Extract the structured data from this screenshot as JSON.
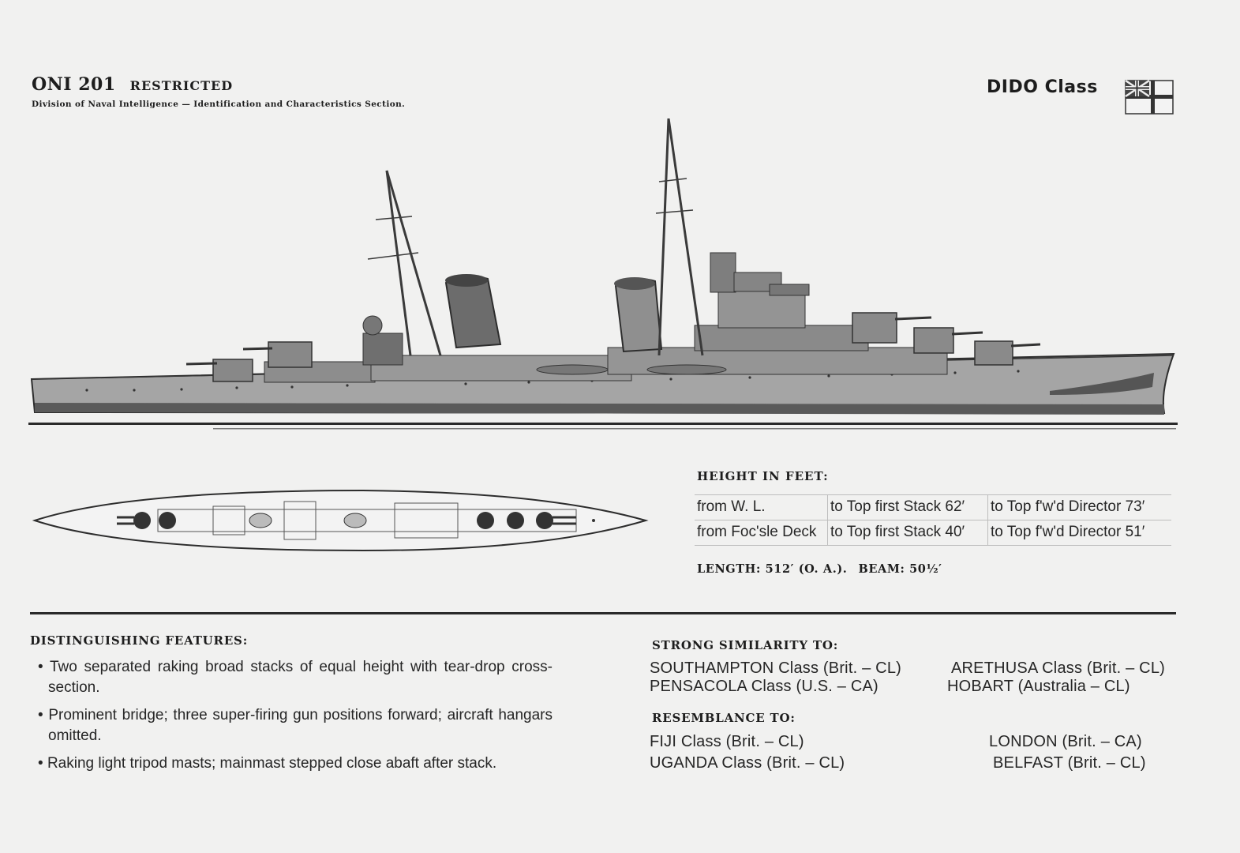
{
  "header": {
    "code": "ONI 201",
    "classification": "RESTRICTED",
    "division": "Division of Naval Intelligence — Identification and Characteristics Section.",
    "class_name": "DIDO Class",
    "flag_icon": "white-ensign-flag-icon"
  },
  "heights": {
    "heading": "HEIGHT IN FEET:",
    "rows": [
      [
        "from W. L.",
        "to Top first Stack 62′",
        "to Top f'w'd Director 73′"
      ],
      [
        "from Foc'sle Deck",
        "to Top first Stack 40′",
        "to Top f'w'd Director 51′"
      ]
    ],
    "dimensions": {
      "length": "LENGTH: 512′ (O. A.).",
      "beam": "BEAM: 50½′"
    }
  },
  "features": {
    "heading": "DISTINGUISHING FEATURES:",
    "items": [
      "Two separated raking broad stacks of equal height with tear-drop cross-section.",
      "Prominent bridge; three super-firing gun positions forward; aircraft hangars omitted.",
      "Raking light tripod masts; mainmast stepped close abaft after stack."
    ]
  },
  "similarity": {
    "heading": "STRONG SIMILARITY TO:",
    "ships": [
      "SOUTHAMPTON Class (Brit. – CL)",
      "ARETHUSA Class (Brit. – CL)",
      "PENSACOLA Class (U.S. – CA)",
      "HOBART (Australia – CL)"
    ]
  },
  "resemblance": {
    "heading": "RESEMBLANCE TO:",
    "ships": [
      "FIJI Class (Brit. – CL)",
      "LONDON (Brit. – CA)",
      "UGANDA Class (Brit. – CL)",
      "BELFAST (Brit. – CL)"
    ]
  }
}
